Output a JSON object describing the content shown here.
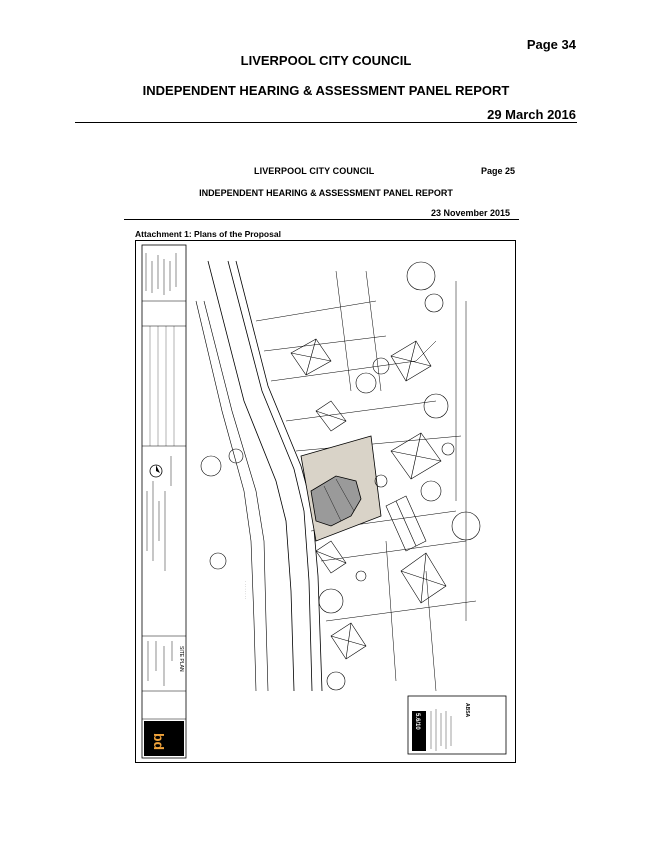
{
  "outer_header": {
    "page_number": "Page 34",
    "council": "LIVERPOOL CITY COUNCIL",
    "panel": "INDEPENDENT HEARING & ASSESSMENT PANEL REPORT",
    "date": "29 March 2016"
  },
  "inner_header": {
    "council": "LIVERPOOL CITY COUNCIL",
    "page_number": "Page 25",
    "panel": "INDEPENDENT HEARING & ASSESSMENT PANEL REPORT",
    "date": "23 November 2015"
  },
  "attachment": {
    "caption": "Attachment 1: Plans of the Proposal",
    "drawing_title": "SITE PLAN",
    "plan_stamp": "5.6/10",
    "logo_text": "bd",
    "stamp_org": "ABSA"
  },
  "colors": {
    "site_fill": "#d9d3c8",
    "building_fill": "#9a9a9a",
    "logo_bg": "#000000"
  }
}
